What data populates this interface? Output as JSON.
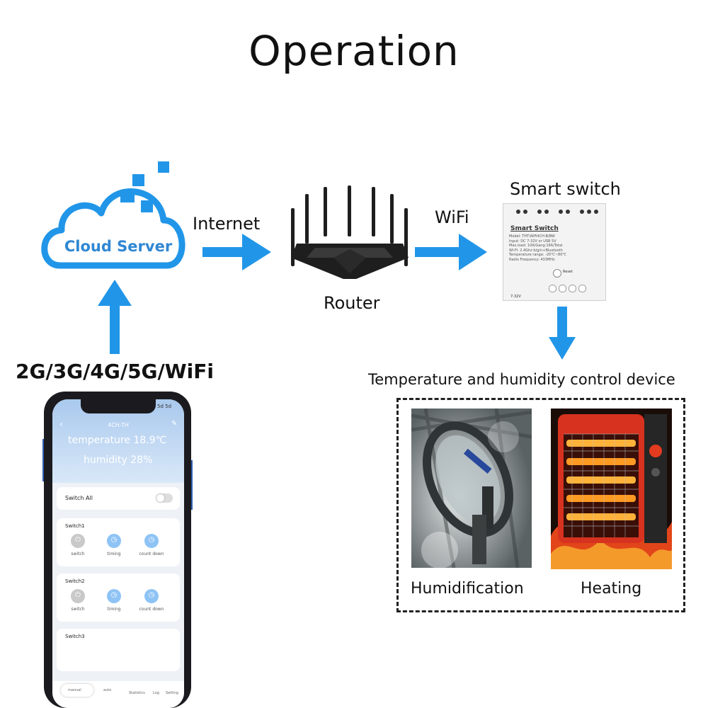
{
  "title": "Operation",
  "labels": {
    "internet": "Internet",
    "wifi": "WiFi",
    "router": "Router",
    "smart_switch": "Smart switch",
    "connectivity": "2G/3G/4G/5G/WiFi",
    "control_device": "Temperature and humidity control device",
    "humidification": "Humidification",
    "heating": "Heating"
  },
  "cloud": {
    "label": "Cloud Server"
  },
  "phone": {
    "status": "5d 5d",
    "title": "4CH-TH",
    "temperature": "temperature 18.9℃",
    "humidity": "humidity 28%",
    "switch_all": "Switch All",
    "switches": [
      {
        "name": "Switch1",
        "buttons": [
          "switch",
          "timing",
          "count down"
        ]
      },
      {
        "name": "Switch2",
        "buttons": [
          "switch",
          "timing",
          "count down"
        ]
      },
      {
        "name": "Switch3",
        "buttons": []
      }
    ],
    "tabs": [
      "manual",
      "auto",
      "Statistics",
      "Log",
      "Setting"
    ]
  },
  "device": {
    "brand": "Smart Switch",
    "spec": "Model: THT-WiFi4CH-B/BW\nInput: DC 7-32V or USB 5V\nMax.load: 10A/Gang;16A/Total\nWi-Fi: 2.4Ghz b/g/n+Bluetooth\nTemperature range: -20℃~80℃\nRadio Frequency: 433MHz",
    "reset": "Reset",
    "voltage": "7-32V"
  },
  "colors": {
    "accent": "#2196e8",
    "cloud_text": "#2f87d3",
    "phone_trim": "#2d5fae"
  }
}
